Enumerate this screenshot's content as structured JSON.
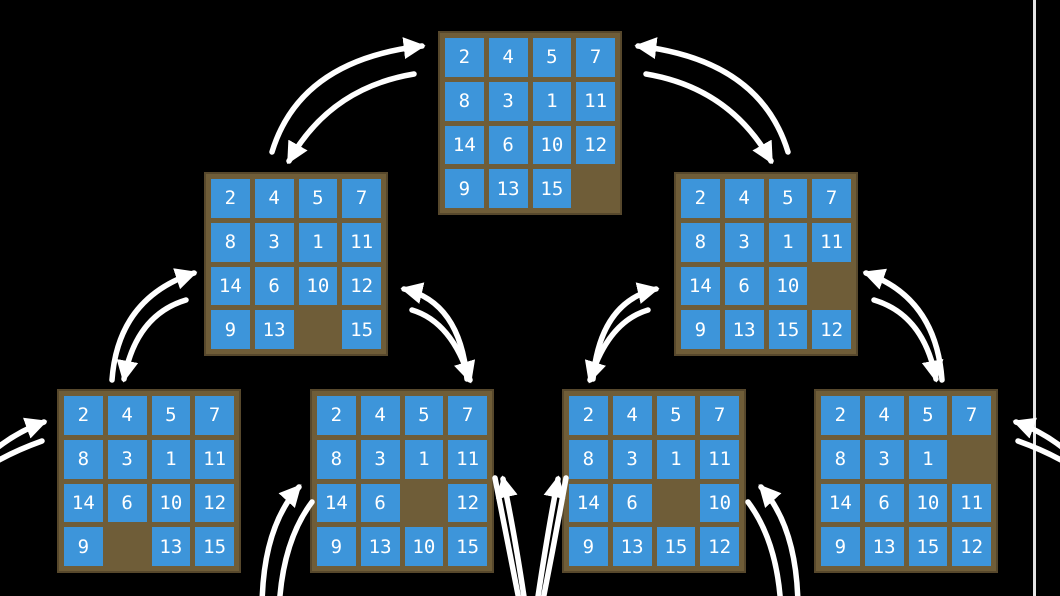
{
  "colors": {
    "background": "#000000",
    "board": "#6f5d38",
    "board_border": "#57482c",
    "tile": "#3d95da",
    "tile_text": "#ffffff",
    "arrow": "#ffffff",
    "slide_edge": "#e5e5e5"
  },
  "boards": [
    {
      "name": "root",
      "cells": [
        "2",
        "4",
        "5",
        "7",
        "8",
        "3",
        "1",
        "11",
        "14",
        "6",
        "10",
        "12",
        "9",
        "13",
        "15",
        ""
      ]
    },
    {
      "name": "left-child",
      "cells": [
        "2",
        "4",
        "5",
        "7",
        "8",
        "3",
        "1",
        "11",
        "14",
        "6",
        "10",
        "12",
        "9",
        "13",
        "",
        "15"
      ]
    },
    {
      "name": "right-child",
      "cells": [
        "2",
        "4",
        "5",
        "7",
        "8",
        "3",
        "1",
        "11",
        "14",
        "6",
        "10",
        "",
        "9",
        "13",
        "15",
        "12"
      ]
    },
    {
      "name": "bottom-1",
      "cells": [
        "2",
        "4",
        "5",
        "7",
        "8",
        "3",
        "1",
        "11",
        "14",
        "6",
        "10",
        "12",
        "9",
        "",
        "13",
        "15"
      ]
    },
    {
      "name": "bottom-2",
      "cells": [
        "2",
        "4",
        "5",
        "7",
        "8",
        "3",
        "1",
        "11",
        "14",
        "6",
        "",
        "12",
        "9",
        "13",
        "10",
        "15"
      ]
    },
    {
      "name": "bottom-3",
      "cells": [
        "2",
        "4",
        "5",
        "7",
        "8",
        "3",
        "1",
        "11",
        "14",
        "6",
        "",
        "10",
        "9",
        "13",
        "15",
        "12"
      ]
    },
    {
      "name": "bottom-4",
      "cells": [
        "2",
        "4",
        "5",
        "7",
        "8",
        "3",
        "1",
        "",
        "14",
        "6",
        "10",
        "11",
        "9",
        "13",
        "15",
        "12"
      ]
    }
  ]
}
